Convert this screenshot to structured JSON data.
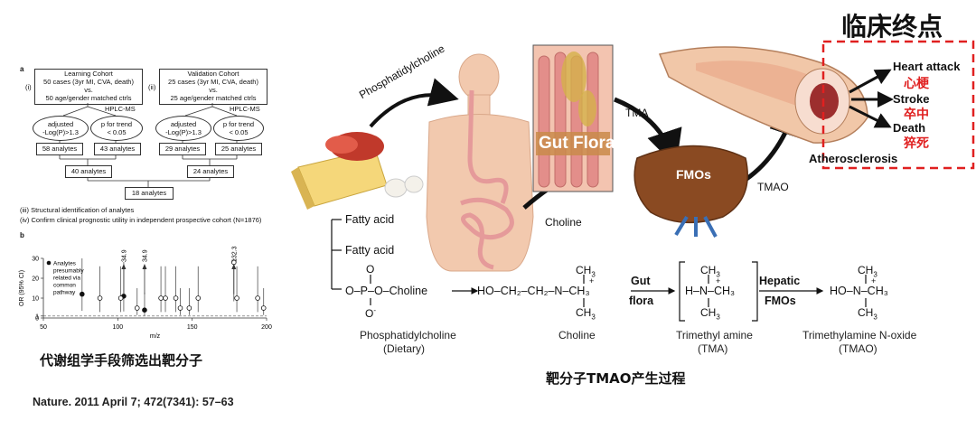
{
  "title_cn": "临床终点",
  "left": {
    "panel_a": "a",
    "panel_b": "b",
    "learning": {
      "num": "(i)",
      "title": "Learning Cohort",
      "line1": "50 cases (3yr MI, CVA, death)",
      "line2": "vs.",
      "line3": "50 age/gender matched ctrls"
    },
    "validation": {
      "num": "(ii)",
      "title": "Validation Cohort",
      "line1": "25 cases (3yr MI, CVA, death)",
      "line2": "vs.",
      "line3": "25 age/gender matched ctrls"
    },
    "hplc": "HPLC-MS",
    "adj1": "adjusted",
    "adj2": "-Log(P)>1.3",
    "trend1": "p for trend",
    "trend2": "< 0.05",
    "counts": {
      "a": "58 analytes",
      "b": "43 analytes",
      "c": "29 analytes",
      "d": "25 analytes",
      "e": "40 analytes",
      "f": "24 analytes",
      "g": "18 analytes"
    },
    "note3": "(iii) Structural identification of analytes",
    "note4": "(iv) Confirm clinical prognostic utility in independent prospective cohort (N=1876)",
    "legend": {
      "l1": "Analytes",
      "l2": "presumably",
      "l3": "related via",
      "l4": "common",
      "l5": "pathway"
    },
    "ylabel": "OR (95% CI)",
    "xlabel": "m/z",
    "peak1": "34.9",
    "peak2": "34.9",
    "peak3": "132.3",
    "caption_cn": "代谢组学手段筛选出靶分子",
    "citation": "Nature. 2011 April 7; 472(7341): 57–63"
  },
  "chart_data": {
    "type": "scatter",
    "xlabel": "m/z",
    "ylabel": "OR (95% CI)",
    "xlim": [
      50,
      200
    ],
    "ylim": [
      0,
      30
    ],
    "xticks": [
      "50",
      "100",
      "150",
      "200"
    ],
    "yticks": [
      "0",
      "1",
      "10",
      "20",
      "30"
    ],
    "series": [
      {
        "name": "Analytes presumably related via common pathway",
        "points": [
          [
            76,
            12
          ],
          [
            104,
            11
          ],
          [
            118,
            4
          ]
        ]
      },
      {
        "name": "",
        "points": [
          [
            88,
            10
          ],
          [
            102,
            10
          ],
          [
            113,
            5
          ],
          [
            129,
            10
          ],
          [
            132,
            10
          ],
          [
            139,
            10
          ],
          [
            142,
            5
          ],
          [
            148,
            5
          ],
          [
            154,
            10
          ],
          [
            178,
            28
          ],
          [
            180,
            10
          ],
          [
            194,
            10
          ],
          [
            198,
            5
          ]
        ]
      }
    ]
  },
  "right": {
    "phospha_arrow": "Phosphatidylcholine",
    "gut_flora": "Gut Flora",
    "tma": "TMA",
    "fmos": "FMOs",
    "tmao": "TMAO",
    "athero": "Atherosclerosis",
    "choline": "Choline",
    "outcomes": {
      "heart": "Heart attack",
      "heart_cn": "心梗",
      "stroke": "Stroke",
      "stroke_cn": "卒中",
      "death": "Death",
      "death_cn": "猝死"
    },
    "chem": {
      "fa1": "Fatty acid",
      "fa2": "Fatty acid",
      "pc_formula": "O–P–O–Choline",
      "ch3": "CH",
      "sub3": "3",
      "choline_formula": "HO–CH₂–CH₂–N–CH₃",
      "gut": "Gut",
      "flora": "flora",
      "hepatic": "Hepatic",
      "fmos": "FMOs",
      "tma_formula": "H–N–CH₃",
      "tmao_formula": "HO–N–CH₃",
      "plus": "+",
      "o_letter": "O",
      "o_minus": "O",
      "minus": "-",
      "cap1": "Phosphatidylcholine",
      "cap1b": "(Dietary)",
      "cap2": "Choline",
      "cap3": "Trimethyl amine",
      "cap3b": "(TMA)",
      "cap4": "Trimethylamine N-oxide",
      "cap4b": "(TMAO)"
    },
    "caption_cn": "靶分子TMAO产生过程"
  },
  "colors": {
    "red": "#e02020",
    "flora": "#c98b4a",
    "liver": "#8a4a22"
  }
}
